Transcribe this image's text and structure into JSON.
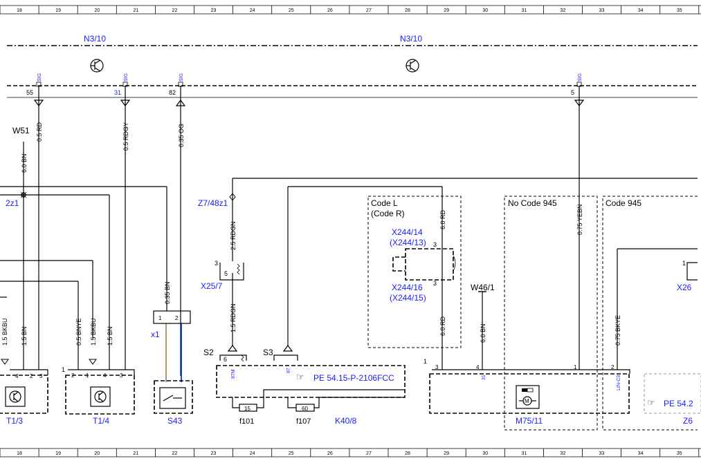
{
  "grid_columns": [
    "18",
    "19",
    "20",
    "21",
    "22",
    "23",
    "24",
    "25",
    "26",
    "27",
    "28",
    "29",
    "30",
    "31",
    "32",
    "33",
    "34",
    "35"
  ],
  "top_labels": {
    "n3_left": "N3/10",
    "n3_right": "N3/10"
  },
  "signal_tag": "SIG",
  "pins": {
    "p55": "55",
    "p31": "31",
    "p82": "82",
    "p5": "5"
  },
  "wires": {
    "w1": "0.5 RD",
    "w2": "0.5 RDGY",
    "w3": "0.35 OG",
    "w4": "6.0 BN",
    "w5": "2.5 RDGN",
    "w6": "1.5 RDGN",
    "w7": "0.35 BN",
    "w8": "1.5 BKBU",
    "w9": "1.5 BN",
    "w10": "0.5 BNYE",
    "w11": "1.5 BKBU",
    "w12": "1.5 BN",
    "w13": "6.0 RD",
    "w14": "6.0 RD",
    "w15": "6.0 BN",
    "w16": "0.75 YEBN",
    "w17": "0.75 BKYE"
  },
  "labels": {
    "w51": "W51",
    "z2z1": "2z1",
    "z7": "Z7/48z1",
    "x25": "X25/7",
    "x1": "x1",
    "s2": "S2",
    "s3": "S3",
    "x244_14": "X244/14",
    "x244_13": "(X244/13)",
    "x244_16": "X244/16",
    "x244_15": "(X244/15)",
    "w46": "W46/1",
    "code_l": "Code L",
    "code_r": "(Code R)",
    "no_code": "No Code 945",
    "code945": "Code 945",
    "x26": "X26",
    "t13": "T1/3",
    "t14": "T1/4",
    "s43": "S43",
    "f101": "f101",
    "f107": "f107",
    "k40": "K40/8",
    "m75": "M75/11",
    "z6": "Z6",
    "pe1": "PE 54.15-P-2106FCC",
    "pe2": "PE 54.2",
    "fuse15": "15",
    "fuse60": "60",
    "pin87m": "87M",
    "pin87": "87",
    "pin31": "31",
    "linc3": "LIN-C3",
    "n1": "1",
    "n2": "2",
    "n3": "3",
    "n4": "4",
    "n5": "5",
    "n6": "6"
  }
}
